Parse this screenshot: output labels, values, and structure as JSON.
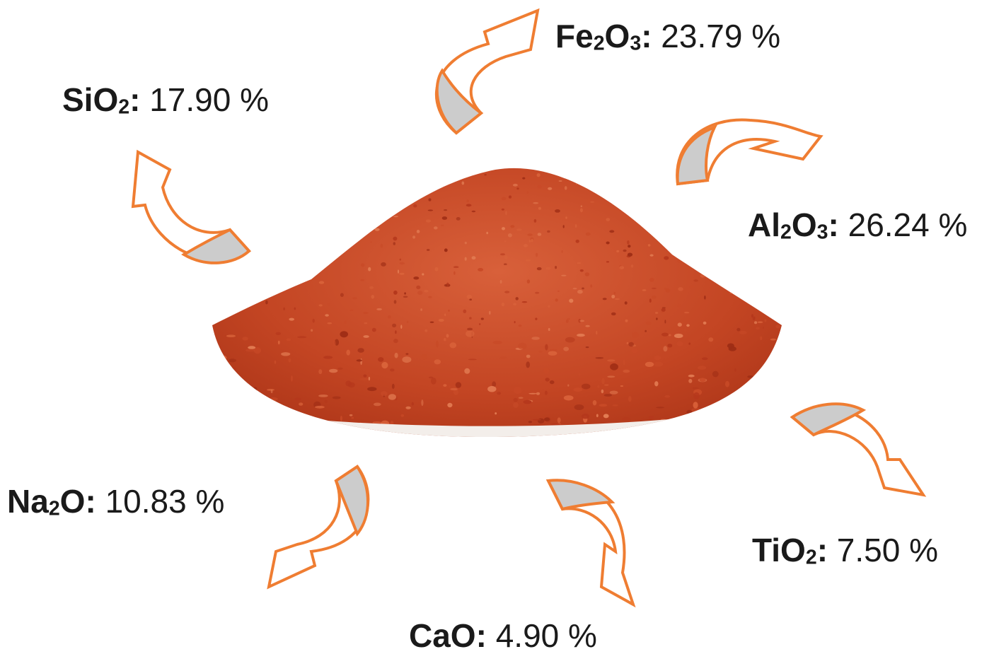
{
  "image": {
    "semantic": "red-mud-powder-pile"
  },
  "style": {
    "arrow_stroke": "#ef7d32",
    "arrow_fill_light": "#ffffff",
    "arrow_fill_gray": "#cccccc",
    "powder_colors": [
      "#b5381c",
      "#c84a27",
      "#d9623a",
      "#e27b52",
      "#9e2d15"
    ]
  },
  "components": [
    {
      "id": "fe2o3",
      "main": "Fe",
      "sub1": "2",
      "mid": "O",
      "sub2": "3",
      "sep": ":",
      "value": "23.79 %"
    },
    {
      "id": "sio2",
      "main": "SiO",
      "sub1": "2",
      "mid": "",
      "sub2": "",
      "sep": ":",
      "value": "17.90 %"
    },
    {
      "id": "al2o3",
      "main": "Al",
      "sub1": "2",
      "mid": "O",
      "sub2": "3",
      "sep": ":",
      "value": "26.24 %"
    },
    {
      "id": "na2o",
      "main": "Na",
      "sub1": "2",
      "mid": "O",
      "sub2": "",
      "sep": ":",
      "value": "10.83 %"
    },
    {
      "id": "tio2",
      "main": "TiO",
      "sub1": "2",
      "mid": "",
      "sub2": "",
      "sep": ":",
      "value": "7.50 %"
    },
    {
      "id": "cao",
      "main": "CaO",
      "sub1": "",
      "mid": "",
      "sub2": "",
      "sep": ":",
      "value": "4.90 %"
    }
  ]
}
